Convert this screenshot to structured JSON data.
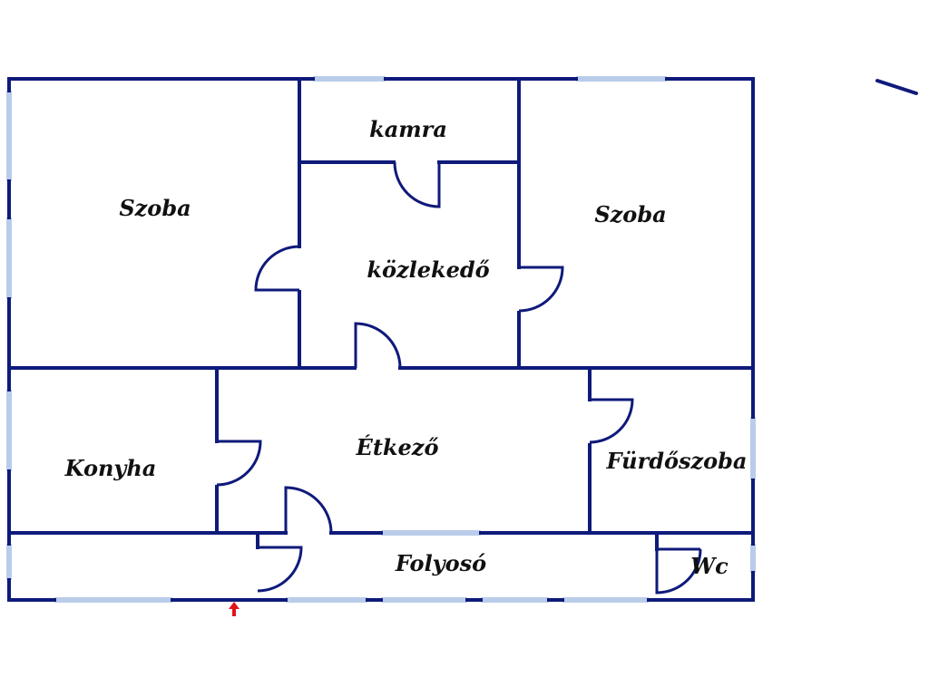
{
  "rooms": [
    {
      "key": "szoba1",
      "label": "Szoba"
    },
    {
      "key": "kamra",
      "label": "kamra"
    },
    {
      "key": "szoba2",
      "label": "Szoba"
    },
    {
      "key": "kozlekedo",
      "label": "közlekedő"
    },
    {
      "key": "konyha",
      "label": "Konyha"
    },
    {
      "key": "etkezo",
      "label": "Étkező"
    },
    {
      "key": "furdoszoba",
      "label": "Fürdőszoba"
    },
    {
      "key": "folyoso",
      "label": "Folyosó"
    },
    {
      "key": "wc",
      "label": "Wc"
    }
  ],
  "colors": {
    "wall": "#0f1a7a",
    "window": "#b9cdea",
    "entrance_marker": "#e0161b"
  }
}
